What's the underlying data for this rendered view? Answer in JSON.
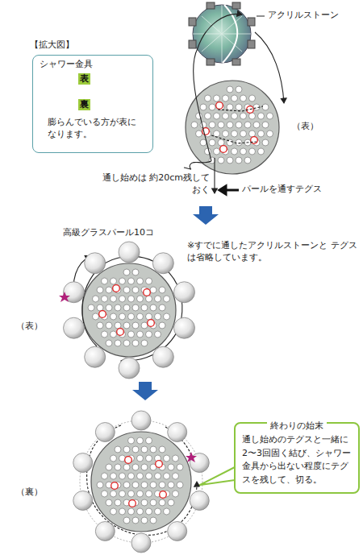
{
  "diagram": {
    "nodes": [
      {
        "text": [
          "【拡大図】",
          "シャワー金具",
          "膨らんでいる方が表になります。"
        ]
      },
      {
        "text": [
          "表"
        ],
        "in": 0
      },
      {
        "text": [
          "裏"
        ],
        "in": 0
      },
      {
        "text": [
          "終わりの始末",
          "通し始めのテグスと一緒に2〜3回固く結び、シャワー金具から出ない程度にテグスを残して、切る。"
        ]
      }
    ],
    "labels": [
      "アクリルストーン",
      "（表）",
      "通し始めは 約20cm残しておく",
      "パールを通すテグス",
      "高級グラスパール10コ",
      "※すでに通したアクリルストーンと テグスは省略しています。",
      "（表）",
      "（裏）"
    ]
  }
}
